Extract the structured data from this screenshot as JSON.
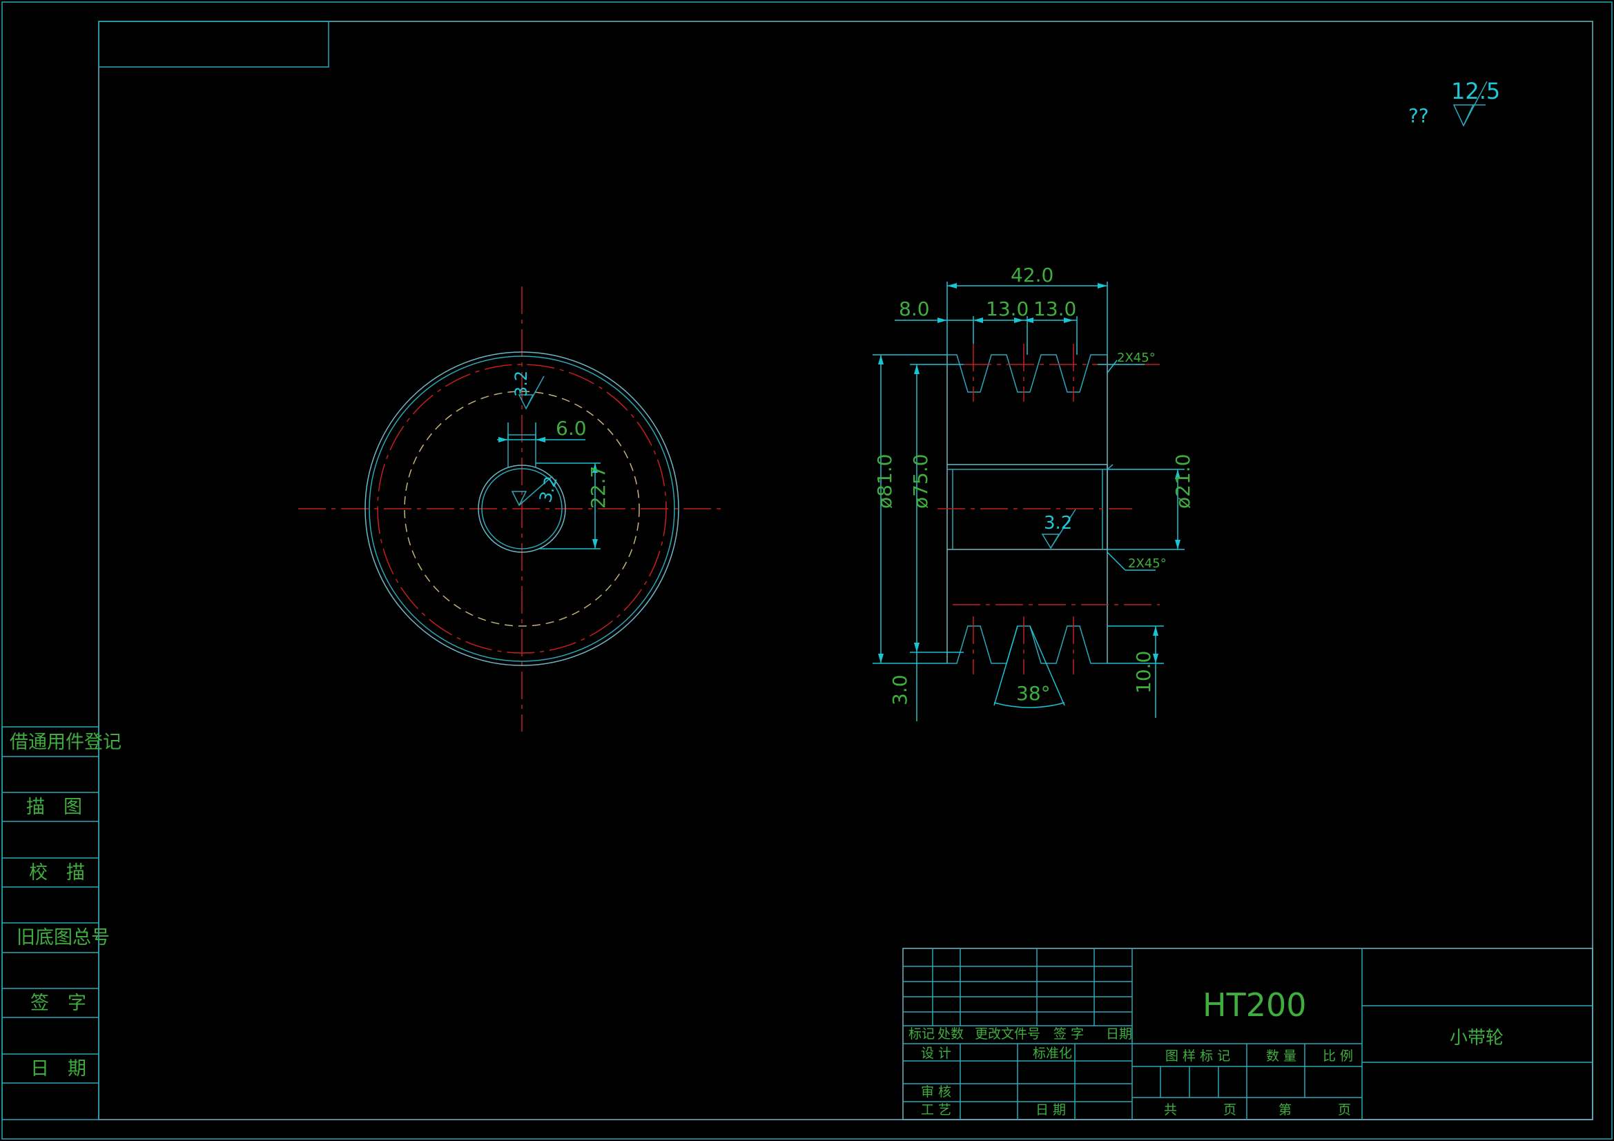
{
  "sidebar": {
    "labels": [
      "借通用件登记",
      "描　图",
      "校　描",
      "旧底图总号",
      "签　字",
      "日　期"
    ]
  },
  "roughness": {
    "general_symbol": "??",
    "general_value": "12.5",
    "keyway_value": "3.2",
    "bore_value": "3.2",
    "hub_value": "3.2"
  },
  "front_view": {
    "keyway_width": "6.0",
    "keyway_height": "22.7"
  },
  "side_view": {
    "overall_width": "42.0",
    "edge_offset": "8.0",
    "groove_pitch_1": "13.0",
    "groove_pitch_2": "13.0",
    "chamfer_top": "2X45°",
    "chamfer_bore": "2X45°",
    "outer_dia": "ø81.0",
    "pitch_dia": "ø75.0",
    "bore_dia": "ø21.0",
    "groove_angle": "38°",
    "groove_top_depth": "3.0",
    "groove_depth": "10.0"
  },
  "title_block": {
    "material": "HT200",
    "part_name": "小带轮",
    "rev_headers": [
      "标记",
      "处数",
      "更改文件号",
      "签 字",
      "日期"
    ],
    "design": "设 计",
    "standardize": "标准化",
    "review": "审 核",
    "process": "工 艺",
    "date": "日 期",
    "sample_mark": "图 样 标 记",
    "quantity": "数 量",
    "scale": "比 例",
    "total": "共",
    "page": "页",
    "sheet": "第",
    "page2": "页"
  },
  "colors": {
    "frame": "#2aa8b8",
    "text_green": "#3fae3f",
    "dimension": "#19c4d4",
    "centerline": "#c51f1f",
    "hidden": "#c9b27a"
  }
}
